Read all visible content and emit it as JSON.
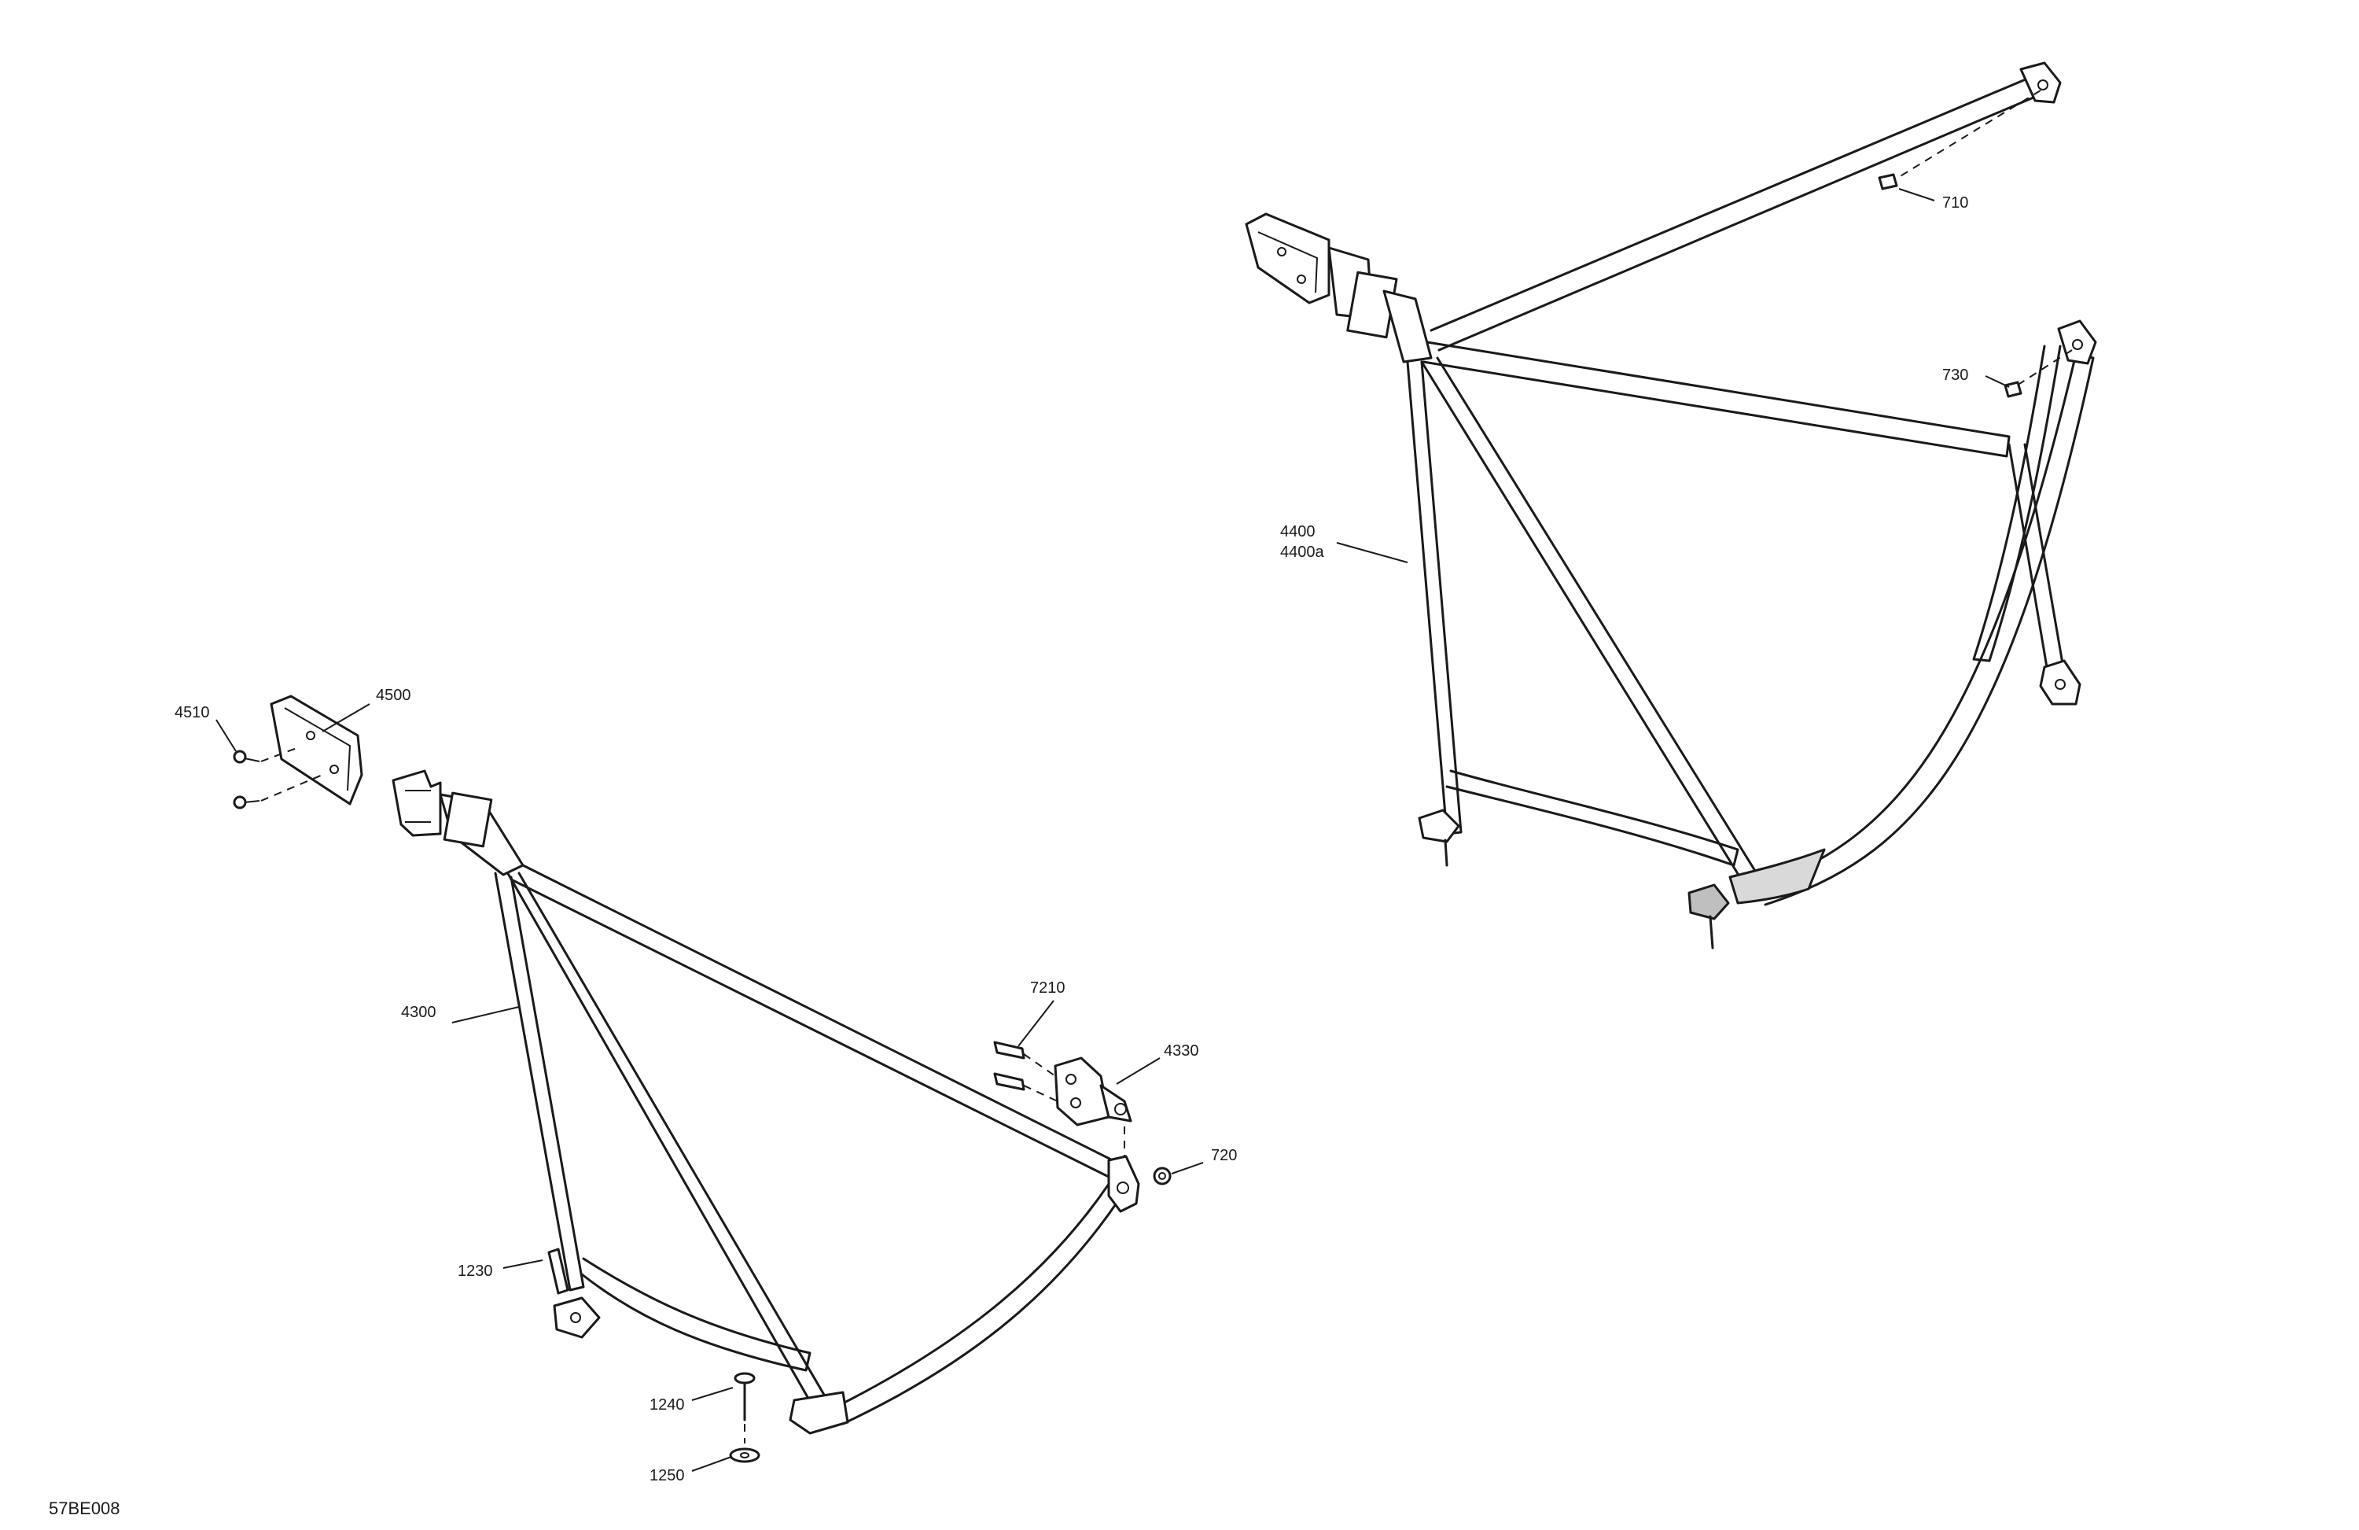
{
  "diagram_id": "57BE008",
  "callouts": {
    "c4510": "4510",
    "c4500": "4500",
    "c4300": "4300",
    "c7210": "7210",
    "c4330": "4330",
    "c720": "720",
    "c1230": "1230",
    "c1240": "1240",
    "c1250": "1250",
    "c710": "710",
    "c730": "730",
    "c4400": "4400",
    "c4400a": "4400a"
  }
}
